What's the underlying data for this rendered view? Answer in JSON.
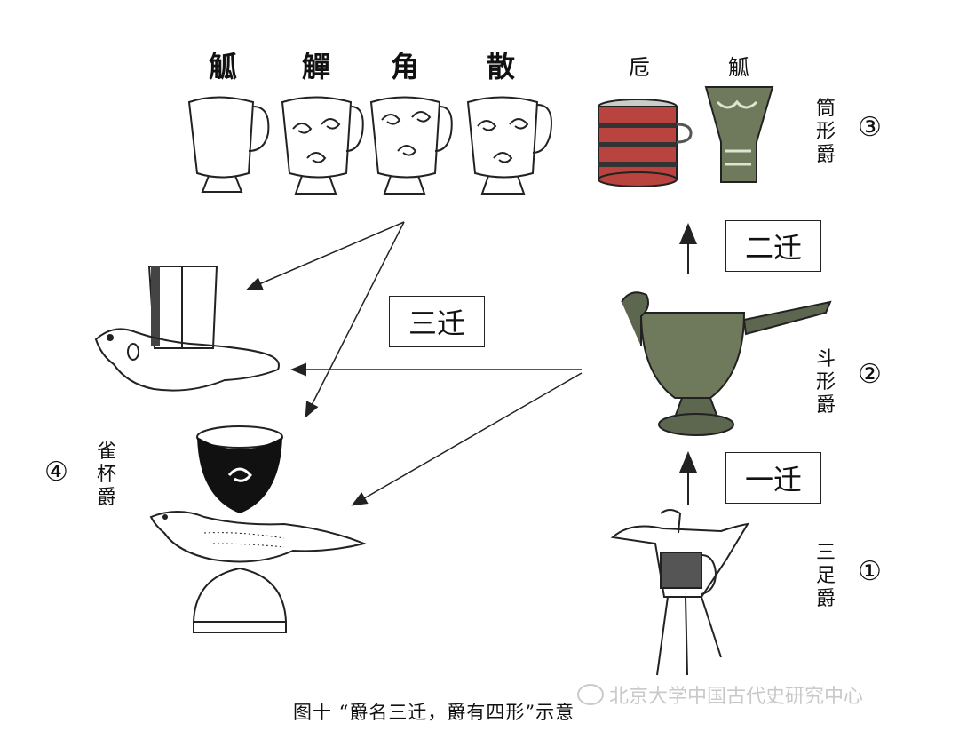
{
  "vessels_top_left": [
    {
      "label": "觚"
    },
    {
      "label": "觶"
    },
    {
      "label": "角"
    },
    {
      "label": "散"
    }
  ],
  "vessels_top_right": [
    {
      "label": "卮"
    },
    {
      "label": "觚"
    }
  ],
  "stages": [
    {
      "number": "①",
      "name": "三足爵"
    },
    {
      "number": "②",
      "name": "斗形爵"
    },
    {
      "number": "③",
      "name": "筒形爵"
    },
    {
      "number": "④",
      "name": "雀杯爵"
    }
  ],
  "transitions": {
    "first": "一迁",
    "second": "二迁",
    "third": "三迁"
  },
  "caption": "图十 “爵名三迁，爵有四形”示意",
  "watermark": "北京大学中国古代史研究中心",
  "colors": {
    "ink": "#111111",
    "bronze_green": "#6f7a5c",
    "lacquer_red": "#b8433f"
  }
}
